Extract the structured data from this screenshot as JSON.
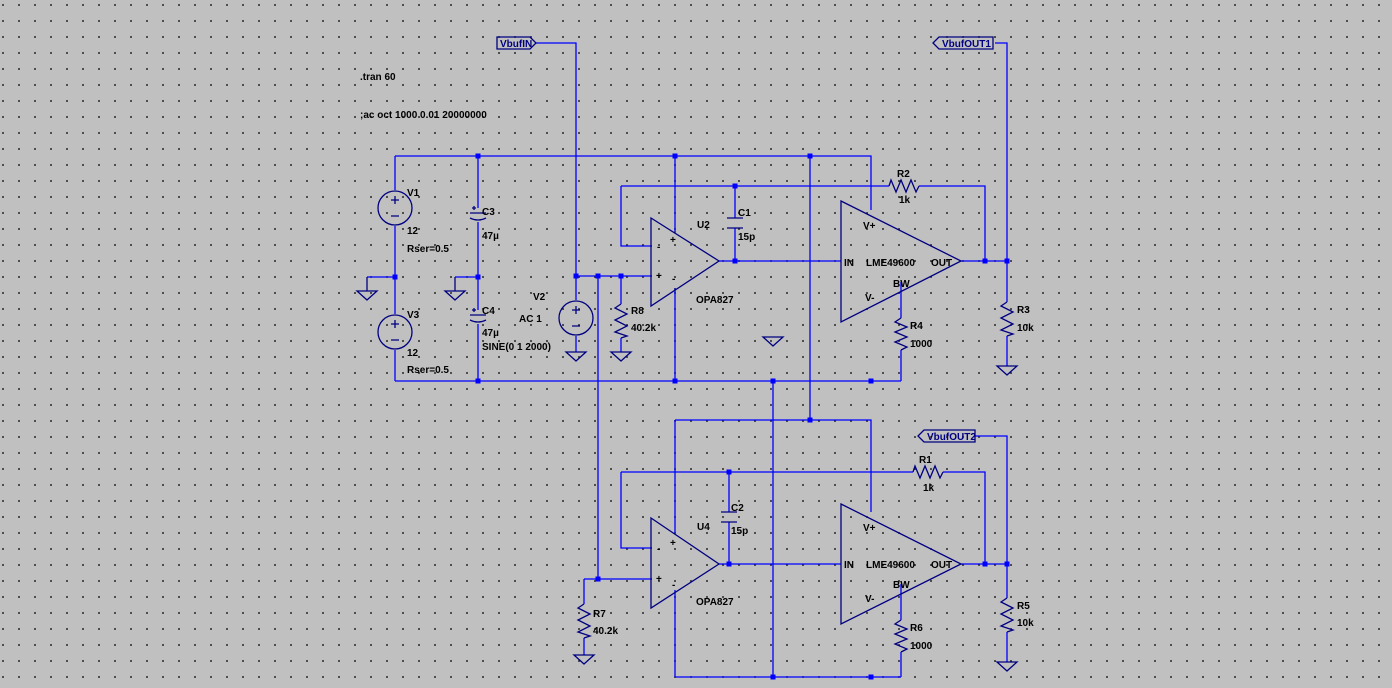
{
  "directives": {
    "tran": ".tran 60",
    "ac": ";ac oct 1000 0.01 20000000"
  },
  "net_labels": {
    "vbufin": "VbufIN",
    "vbufout1": "VbufOUT1",
    "vbufout2": "VbufOUT2"
  },
  "sources": {
    "v1": {
      "name": "V1",
      "value": "12",
      "rser": "Rser=0.5"
    },
    "v3": {
      "name": "V3",
      "value": "12",
      "rser": "Rser=0.5"
    },
    "v2": {
      "name": "V2",
      "ac": "AC 1",
      "sine": "SINE(0 1 2000)"
    }
  },
  "capacitors": {
    "c3": {
      "name": "C3",
      "value": "47µ"
    },
    "c4": {
      "name": "C4",
      "value": "47µ"
    },
    "c1": {
      "name": "C1",
      "value": "15p"
    },
    "c2": {
      "name": "C2",
      "value": "15p"
    }
  },
  "resistors": {
    "r1": {
      "name": "R1",
      "value": "1k"
    },
    "r2": {
      "name": "R2",
      "value": "1k"
    },
    "r3": {
      "name": "R3",
      "value": "10k"
    },
    "r4": {
      "name": "R4",
      "value": "1000"
    },
    "r5": {
      "name": "R5",
      "value": "10k"
    },
    "r6": {
      "name": "R6",
      "value": "1000"
    },
    "r7": {
      "name": "R7",
      "value": "40.2k"
    },
    "r8": {
      "name": "R8",
      "value": "40.2k"
    }
  },
  "opamps": {
    "u2": {
      "name": "U2",
      "model": "OPA827"
    },
    "u4": {
      "name": "U4",
      "model": "OPA827"
    }
  },
  "buffers": {
    "top": {
      "model": "LME49600",
      "in": "IN",
      "out": "OUT",
      "vplus": "V+",
      "vminus": "V-",
      "bw": "BW"
    },
    "bottom": {
      "model": "LME49600",
      "in": "IN",
      "out": "OUT",
      "vplus": "V+",
      "vminus": "V-",
      "bw": "BW"
    }
  },
  "pin_marks": {
    "plus": "+",
    "minus": "-"
  },
  "colors": {
    "wire": "#0000ff",
    "component": "#000080",
    "background": "#c0c0c0",
    "grid_dot": "#303030"
  }
}
